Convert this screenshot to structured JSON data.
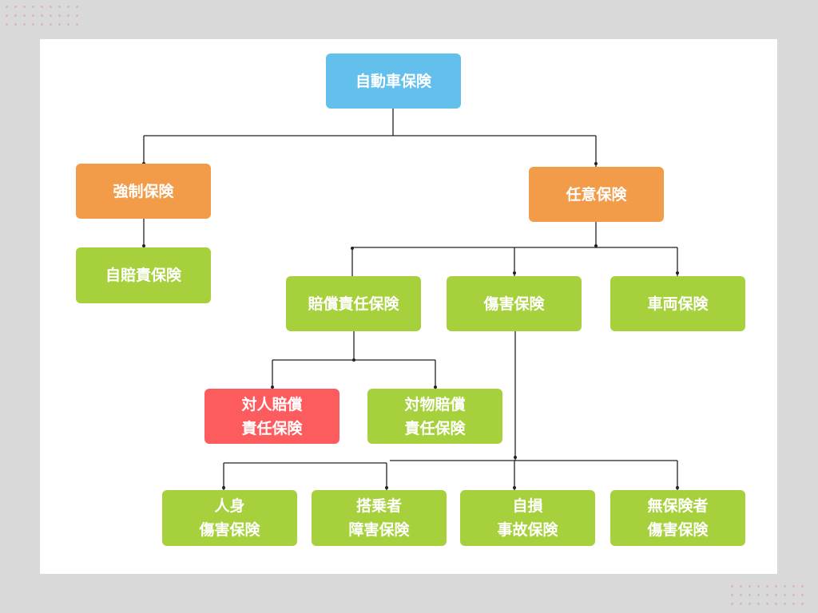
{
  "colors": {
    "root": "#63c0ec",
    "category": "#f29b48",
    "item": "#a7d13c",
    "highlight": "#fd5c5e",
    "line": "#222222",
    "dots": "#d8b8b8"
  },
  "nodes": {
    "root": "自動車保険",
    "compulsory": "強制保険",
    "jibaiseki": "自賠責保険",
    "voluntary": "任意保険",
    "liability": "賠償責任保険",
    "injury": "傷害保険",
    "vehicle": "車両保険",
    "bodily_liability": "対人賠償\n責任保険",
    "property_liability": "対物賠償\n責任保険",
    "personal_injury": "人身\n傷害保険",
    "passenger_injury": "搭乗者\n障害保険",
    "self_accident": "自損\n事故保険",
    "uninsured_injury": "無保険者\n傷害保険"
  }
}
